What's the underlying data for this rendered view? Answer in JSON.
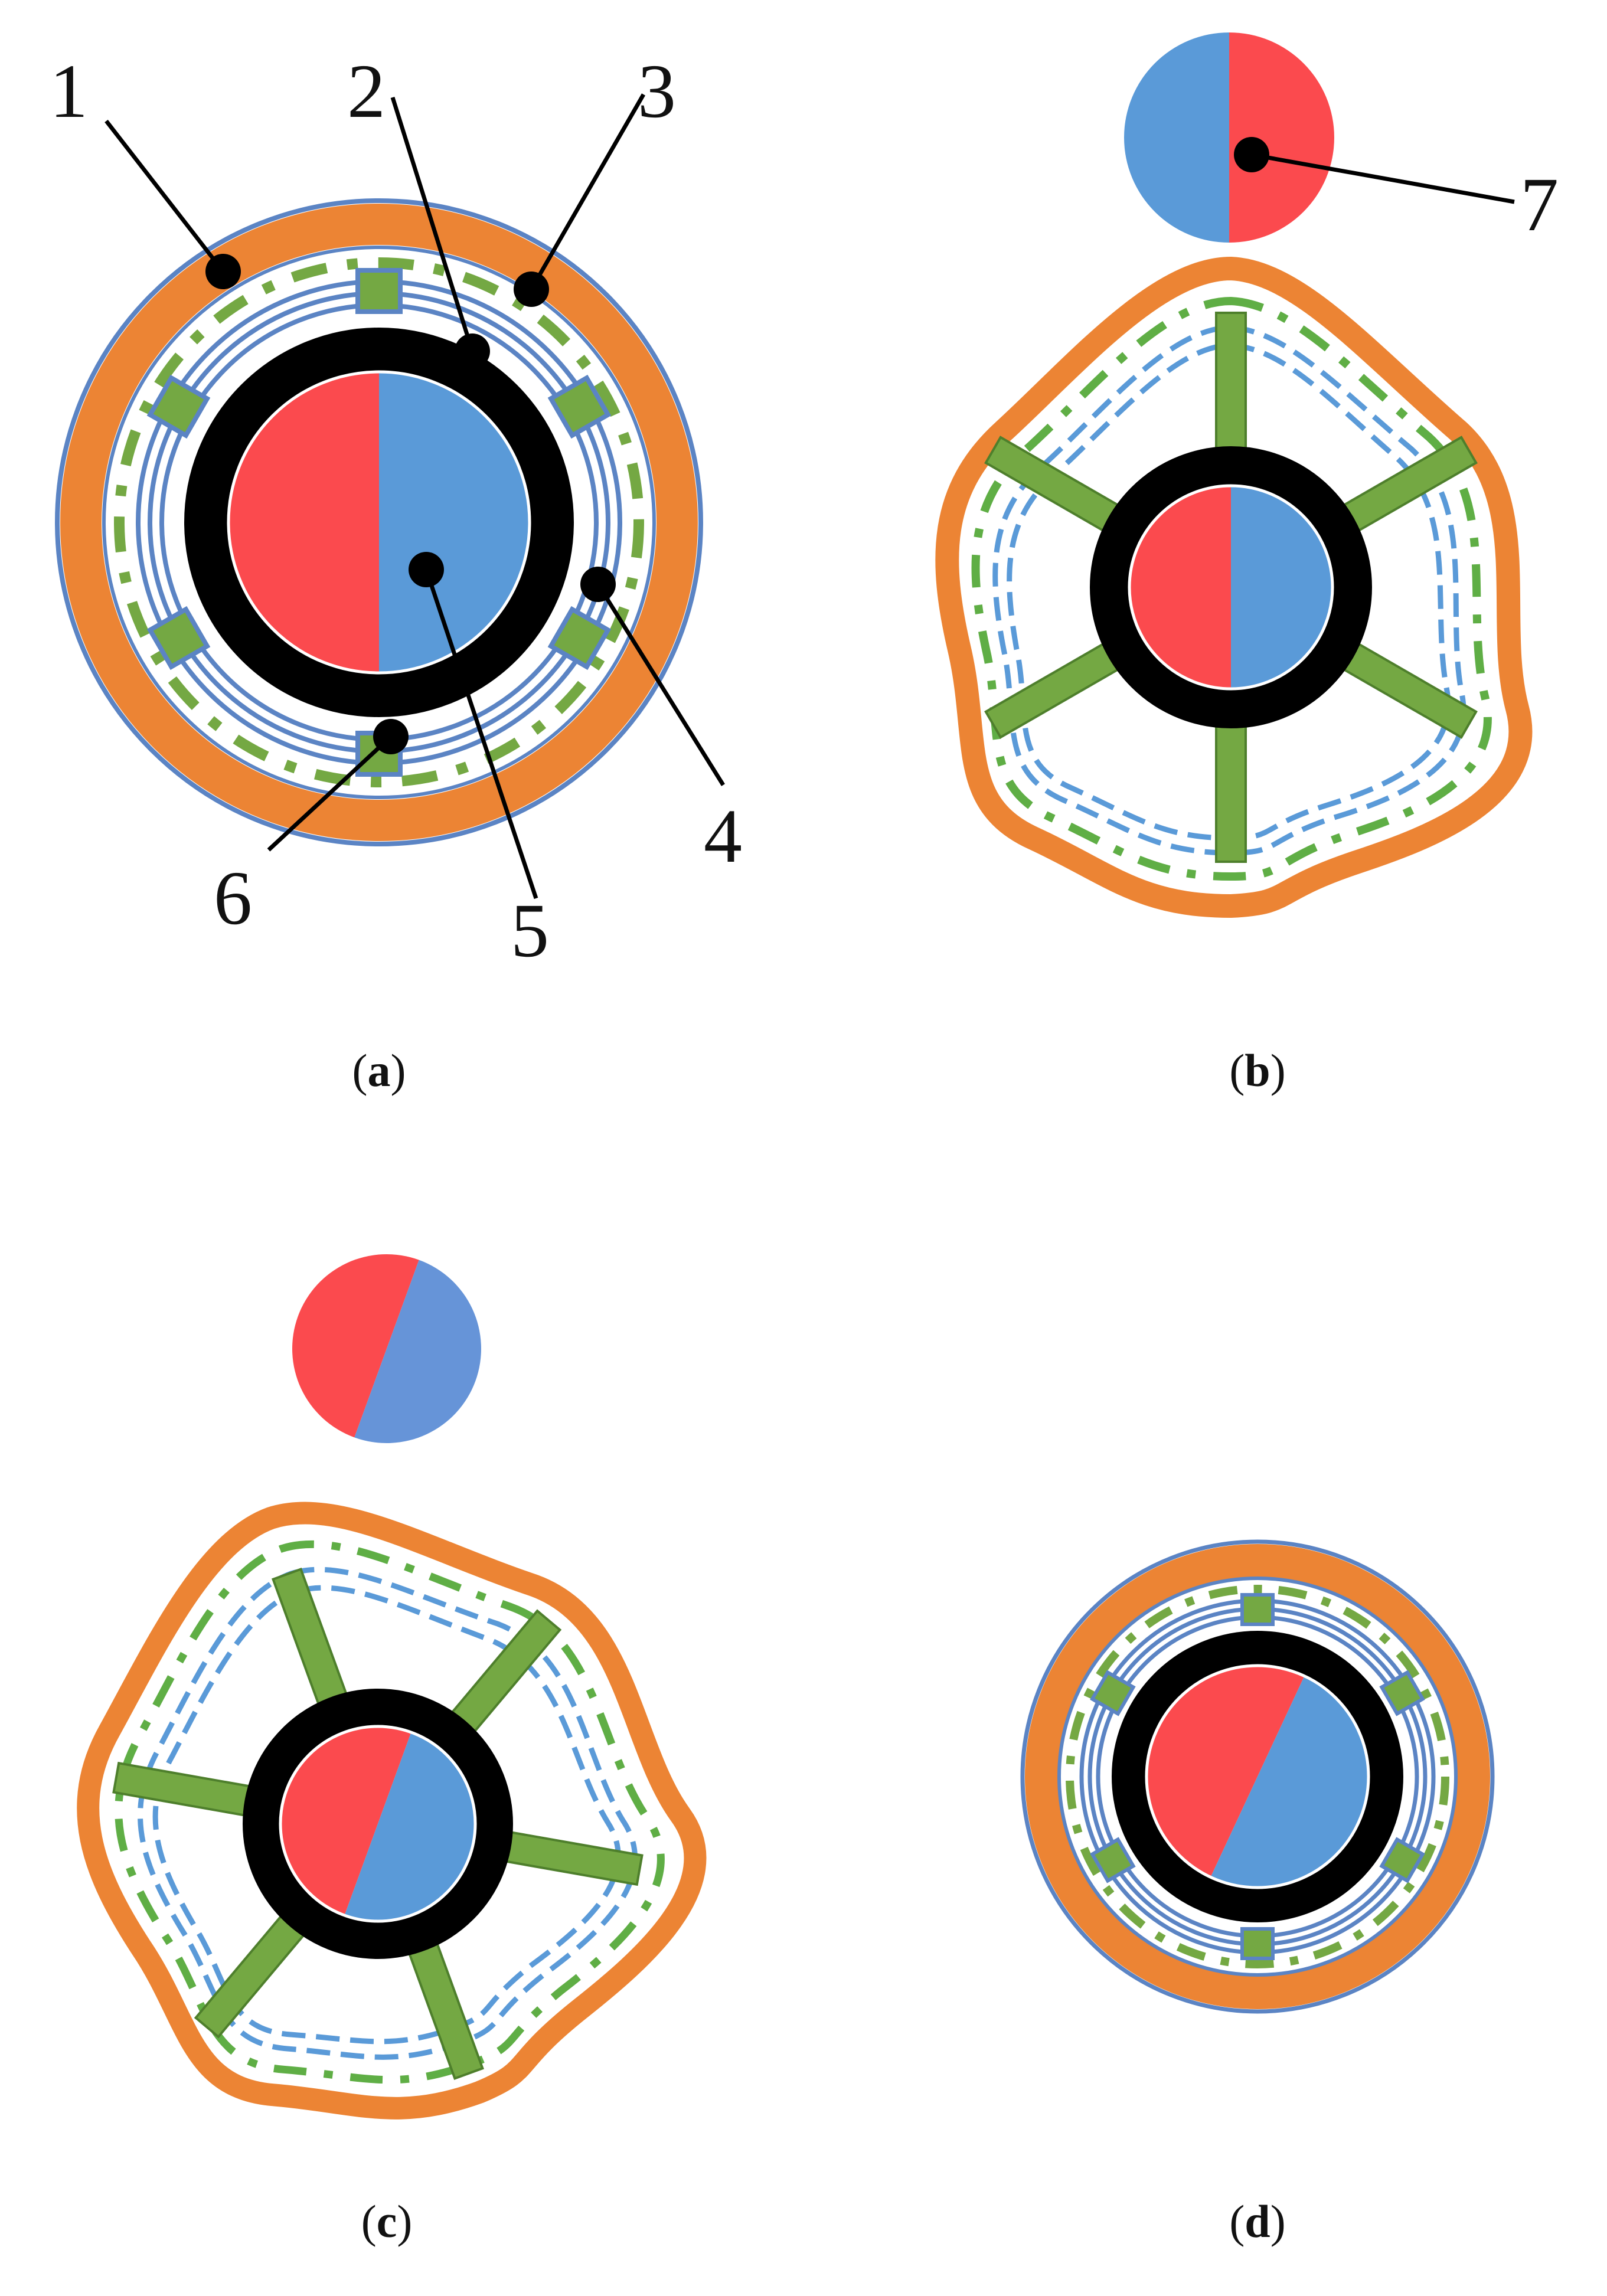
{
  "labels": {
    "l1": "1",
    "l2": "2",
    "l3": "3",
    "l4": "4",
    "l5": "5",
    "l6": "6",
    "l7": "7"
  },
  "captions": {
    "a": "a",
    "b": "b",
    "c": "c",
    "d": "d",
    "open": "(",
    "close": ")"
  },
  "colors": {
    "orange": "#EC8434",
    "blue_line": "#5B84C4",
    "green": "#74A843",
    "green_dash": "#5FAE45",
    "magnet_red": "#FB4A4E",
    "magnet_blue": "#5A9AD8",
    "ring": "#000000"
  }
}
